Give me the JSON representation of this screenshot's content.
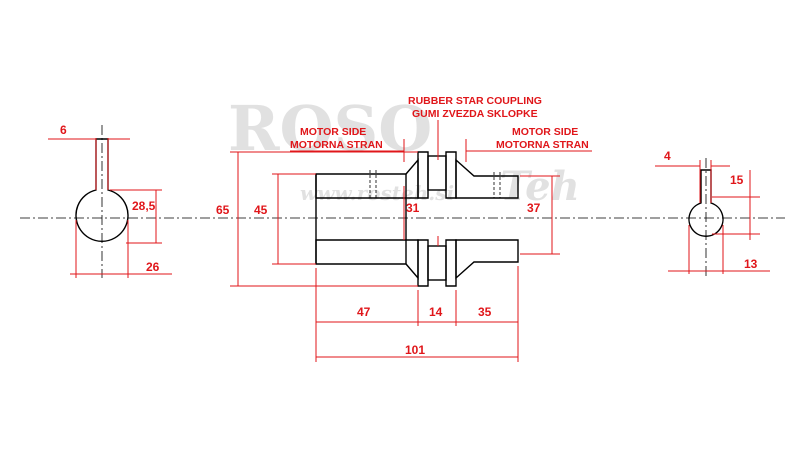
{
  "watermark": {
    "brand": "ROSO",
    "suffix": "Teh",
    "url": "www.rosteh.si"
  },
  "labels": {
    "coupling_en": "RUBBER STAR COUPLING",
    "coupling_si": "GUMI ZVEZDA SKLOPKE",
    "motor_side_left_en": "MOTOR SIDE",
    "motor_side_left_si": "MOTORNA STRAN",
    "motor_side_right_en": "MOTOR SIDE",
    "motor_side_right_si": "MOTORNA STRAN"
  },
  "dimensions": {
    "left_key_width": "6",
    "left_key_height": "28,5",
    "left_bore": "26",
    "overall_diameter": "65",
    "left_hub_diameter": "45",
    "star_dia": "31",
    "right_hub_diameter": "37",
    "left_hub_length": "47",
    "star_length": "14",
    "right_hub_length": "35",
    "overall_length": "101",
    "right_key_width": "4",
    "right_key_height": "15",
    "right_bore": "13"
  },
  "colors": {
    "dimension": "#e0161a",
    "outline": "#000000",
    "watermark": "#c9c9c9"
  }
}
